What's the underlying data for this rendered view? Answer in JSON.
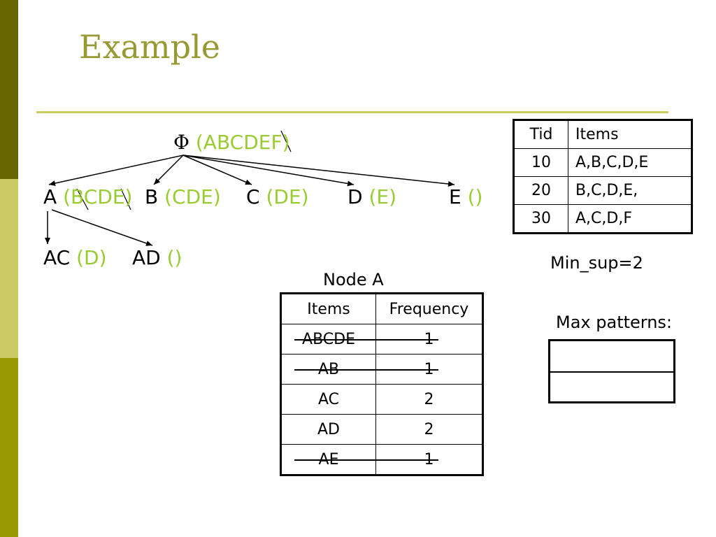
{
  "colors": {
    "sidebar_top": "#666600",
    "sidebar_mid": "#cccc66",
    "sidebar_bottom": "#999900",
    "title": "#999933",
    "rule": "#cccc66",
    "highlight": "#99cc33"
  },
  "slide": {
    "title": "Example"
  },
  "tree": {
    "root": {
      "symbol": "Φ",
      "set": "(ABCDEF)"
    },
    "level1": [
      {
        "item": "A",
        "set": "(BCDE)"
      },
      {
        "item": "B",
        "set": "(CDE)"
      },
      {
        "item": "C",
        "set": "(DE)"
      },
      {
        "item": "D",
        "set": "(E)"
      },
      {
        "item": "E",
        "set": "()"
      }
    ],
    "level2": [
      {
        "item": "AC",
        "set": "(D)"
      },
      {
        "item": "AD",
        "set": "()"
      }
    ]
  },
  "tid_table": {
    "headers": [
      "Tid",
      "Items"
    ],
    "rows": [
      [
        "10",
        "A,B,C,D,E"
      ],
      [
        "20",
        "B,C,D,E,"
      ],
      [
        "30",
        "A,C,D,F"
      ]
    ]
  },
  "min_sup": "Min_sup=2",
  "node_table": {
    "caption": "Node A",
    "headers": [
      "Items",
      "Frequency"
    ],
    "rows": [
      [
        "ABCDE",
        "1"
      ],
      [
        "AB",
        "1"
      ],
      [
        "AC",
        "2"
      ],
      [
        "AD",
        "2"
      ],
      [
        "AE",
        "1"
      ]
    ]
  },
  "max_patterns": {
    "label": "Max patterns:"
  }
}
